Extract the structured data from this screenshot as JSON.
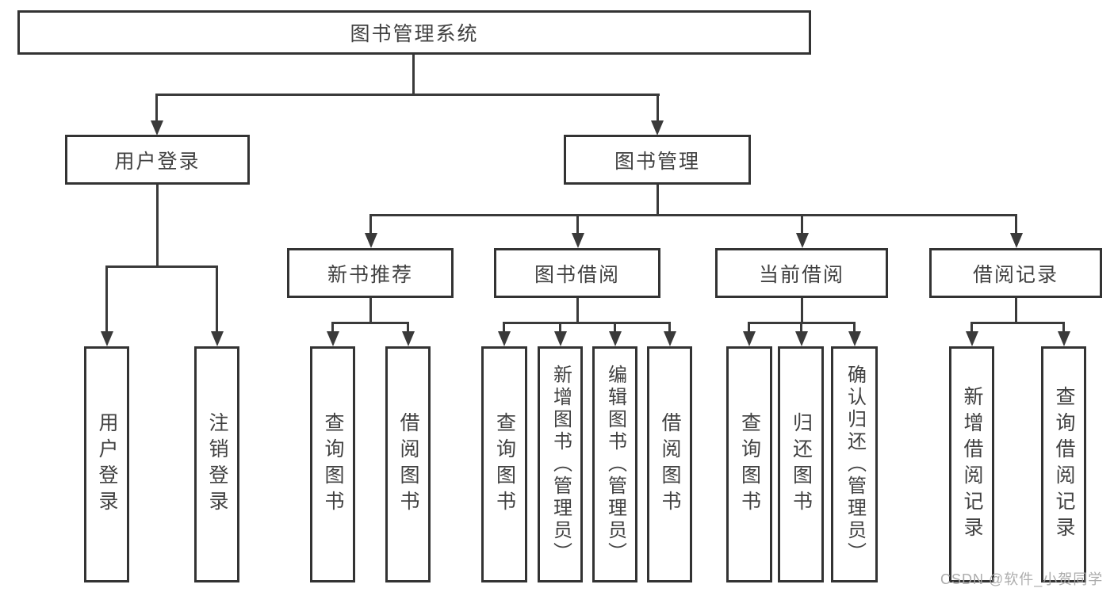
{
  "diagram_title": "图书管理系统",
  "nodes": {
    "root": "图书管理系统",
    "user_login": "用户登录",
    "book_mgmt": "图书管理",
    "new_book_rec": "新书推荐",
    "book_borrow": "图书借阅",
    "current_borrow": "当前借阅",
    "borrow_record": "借阅记录",
    "uf_login": "用户登录",
    "uf_logout": "注销登录",
    "nb_query": "查询图书",
    "nb_borrow": "借阅图书",
    "bb_query": "查询图书",
    "bb_add": "新增图书（管理员）",
    "bb_edit": "编辑图书（管理员）",
    "bb_borrow": "借阅图书",
    "cb_query": "查询图书",
    "cb_return": "归还图书",
    "cb_confirm": "确认归还（管理员）",
    "br_add": "新增借阅记录",
    "br_query": "查询借阅记录"
  },
  "hierarchy": {
    "图书管理系统": {
      "用户登录": [
        "用户登录",
        "注销登录"
      ],
      "图书管理": {
        "新书推荐": [
          "查询图书",
          "借阅图书"
        ],
        "图书借阅": [
          "查询图书",
          "新增图书（管理员）",
          "编辑图书（管理员）",
          "借阅图书"
        ],
        "当前借阅": [
          "查询图书",
          "归还图书",
          "确认归还（管理员）"
        ],
        "借阅记录": [
          "新增借阅记录",
          "查询借阅记录"
        ]
      }
    }
  },
  "watermark": "CSDN @软件_小贺同学",
  "colors": {
    "background": "#ffffff",
    "box_border": "#333333",
    "line": "#3a3a3a",
    "text": "#414141",
    "watermark": "#a8a8a8"
  }
}
